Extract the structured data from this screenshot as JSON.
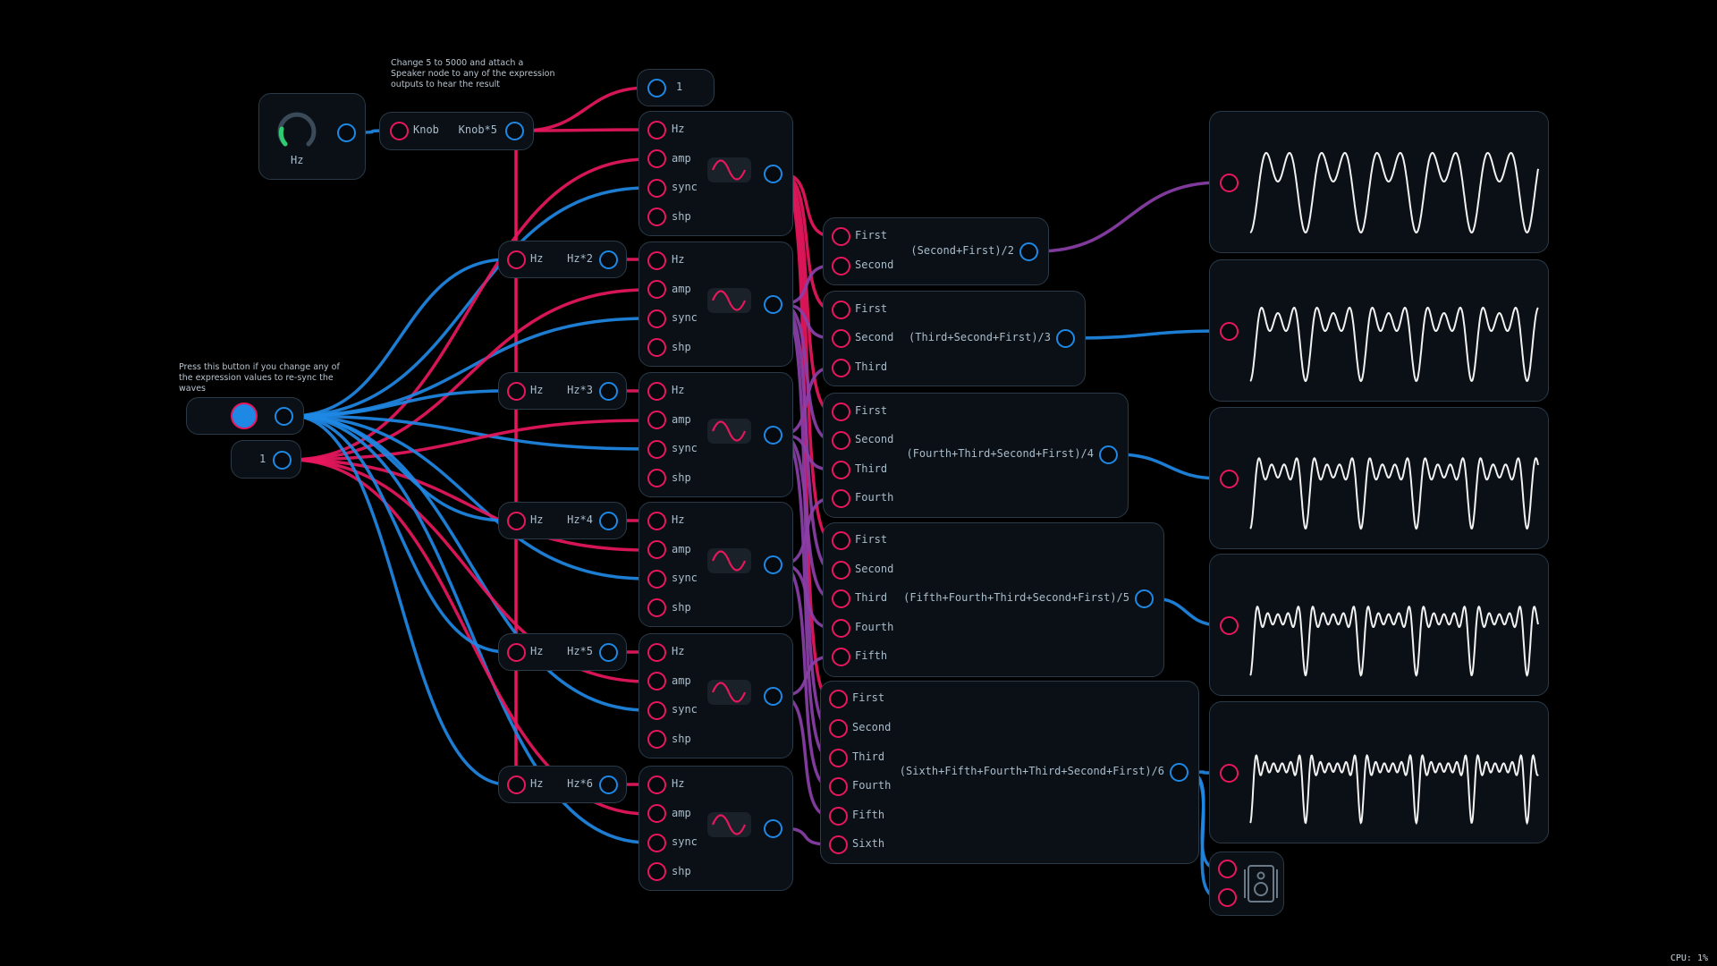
{
  "colors": {
    "input": "#e8175d",
    "output": "#1e88e5",
    "mixed": "#8a3fa8",
    "knob_arc": "#2ecc71",
    "panel": "#0b1016",
    "border": "#2a3a48"
  },
  "notes": {
    "top": "Change 5 to 5000 and attach a Speaker node to any of the expression outputs to hear the result",
    "left": "Press this button if you change any of the expression values to re-sync the waves"
  },
  "knob": {
    "label": "Hz",
    "icon": "knob-icon"
  },
  "knob_expr": {
    "input": "Knob",
    "expression": "Knob*5"
  },
  "const_top": "1",
  "const_left": "1",
  "button": {
    "icon": "button-circle-icon"
  },
  "multipliers": [
    {
      "input": "Hz",
      "expression": "Hz*2"
    },
    {
      "input": "Hz",
      "expression": "Hz*3"
    },
    {
      "input": "Hz",
      "expression": "Hz*4"
    },
    {
      "input": "Hz",
      "expression": "Hz*5"
    },
    {
      "input": "Hz",
      "expression": "Hz*6"
    }
  ],
  "oscillator_inputs": [
    "Hz",
    "amp",
    "sync",
    "shp"
  ],
  "oscillator_icon": "sine-wave-icon",
  "averages": [
    {
      "inputs": [
        "First",
        "Second"
      ],
      "expression": "(Second+First)/2"
    },
    {
      "inputs": [
        "First",
        "Second",
        "Third"
      ],
      "expression": "(Third+Second+First)/3"
    },
    {
      "inputs": [
        "First",
        "Second",
        "Third",
        "Fourth"
      ],
      "expression": "(Fourth+Third+Second+First)/4"
    },
    {
      "inputs": [
        "First",
        "Second",
        "Third",
        "Fourth",
        "Fifth"
      ],
      "expression": "(Fifth+Fourth+Third+Second+First)/5"
    },
    {
      "inputs": [
        "First",
        "Second",
        "Third",
        "Fourth",
        "Fifth",
        "Sixth"
      ],
      "expression": "(Sixth+Fifth+Fourth+Third+Second+First)/6"
    }
  ],
  "scopes": [
    {
      "harmonics": 2
    },
    {
      "harmonics": 3
    },
    {
      "harmonics": 4
    },
    {
      "harmonics": 5
    },
    {
      "harmonics": 6
    }
  ],
  "speaker": {
    "icon": "speaker-icon"
  },
  "status": {
    "cpu": "CPU: 1%"
  }
}
